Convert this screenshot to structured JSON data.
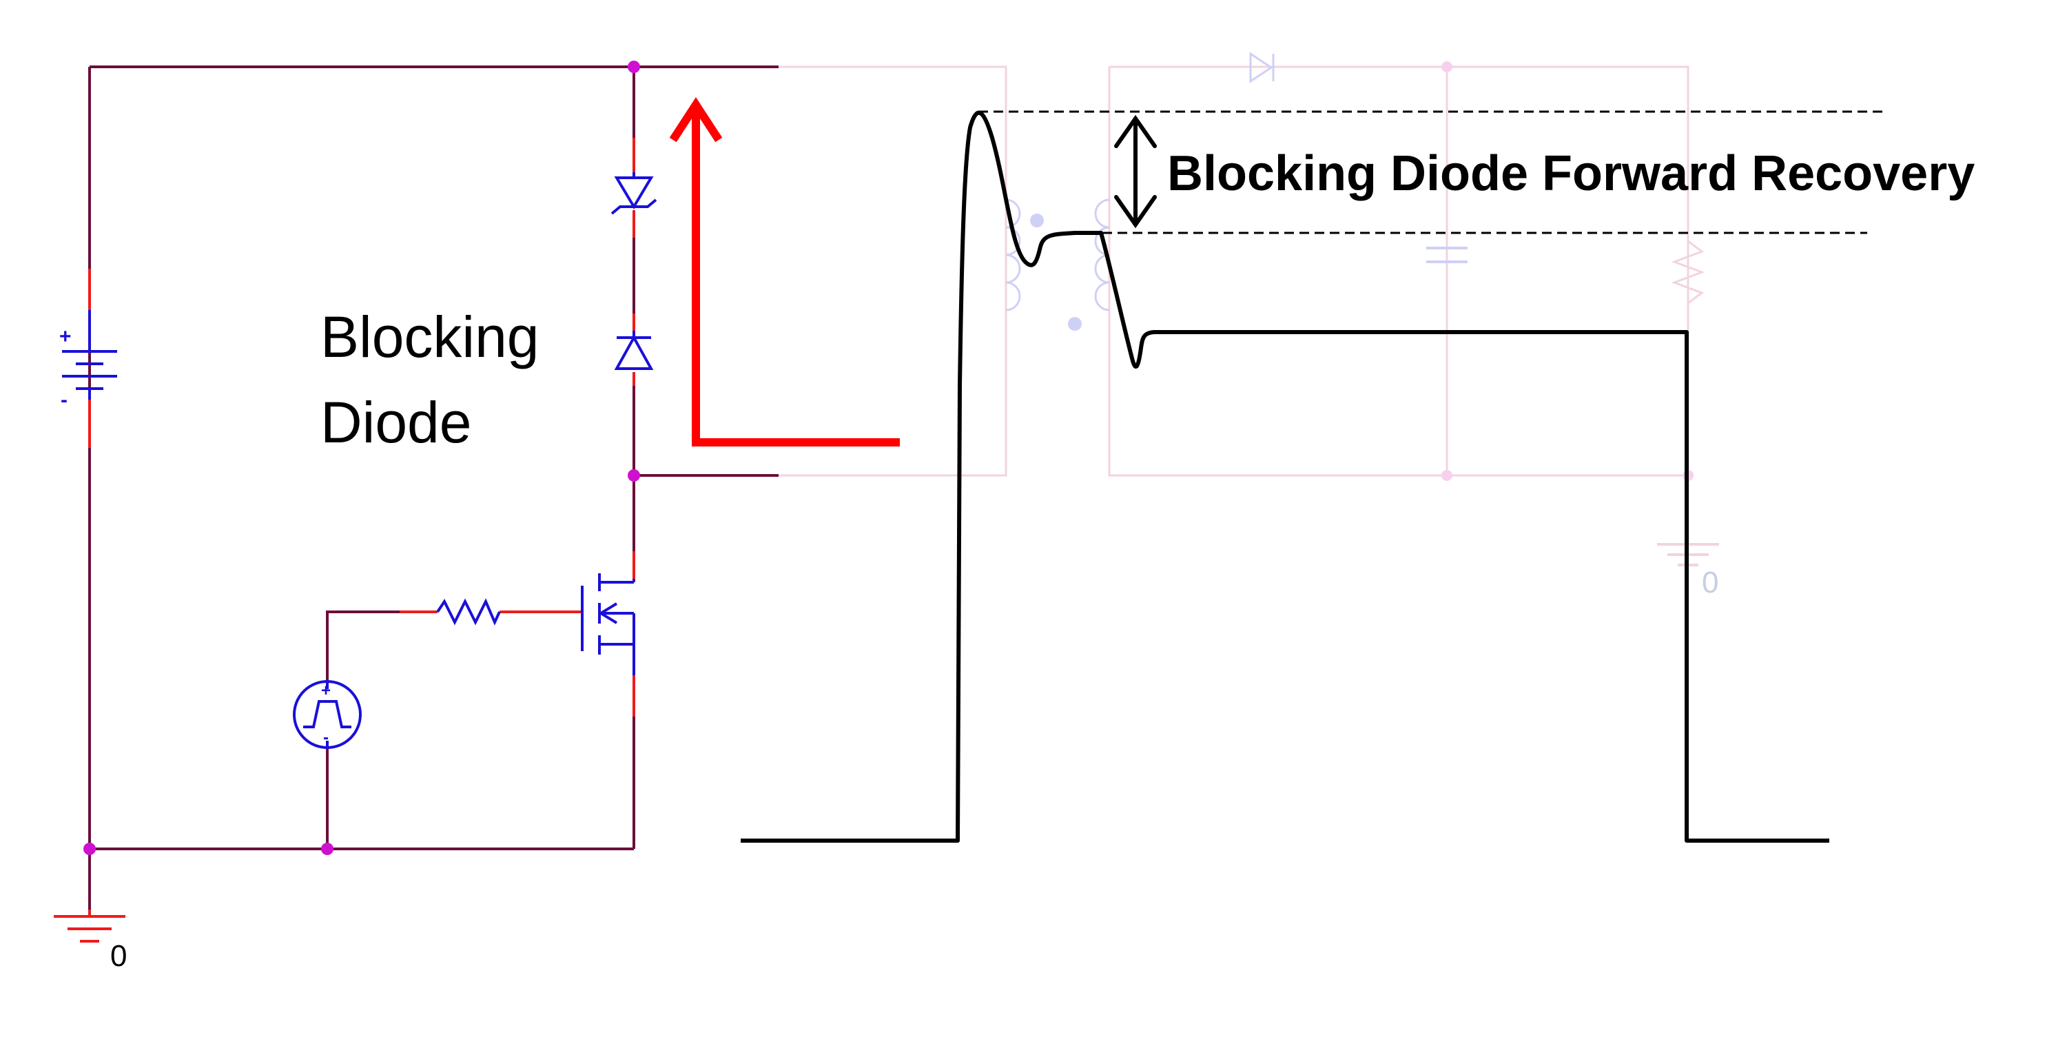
{
  "labels": {
    "blocking_diode_line1": "Blocking",
    "blocking_diode_line2": "Diode",
    "forward_recovery": "Blocking Diode Forward Recovery",
    "ground_left": "0",
    "ground_right": "0"
  },
  "source_polarity": {
    "plus": "+",
    "minus": "-"
  },
  "colors": {
    "wire": "#6b0f3a",
    "component": "#1a10d8",
    "lead": "#ee1c1c",
    "node": "#d010d0",
    "current_arrow": "#ff0000",
    "waveform": "#000000",
    "faded_wire": "#f2d4dc",
    "faded_component": "#cfd0f6"
  },
  "icons": [
    "battery-icon",
    "blocking-diode-icon",
    "zener-diode-icon",
    "mosfet-icon",
    "resistor-icon",
    "pulse-source-icon",
    "ground-icon",
    "current-path-arrow-icon",
    "double-headed-arrow-icon"
  ]
}
